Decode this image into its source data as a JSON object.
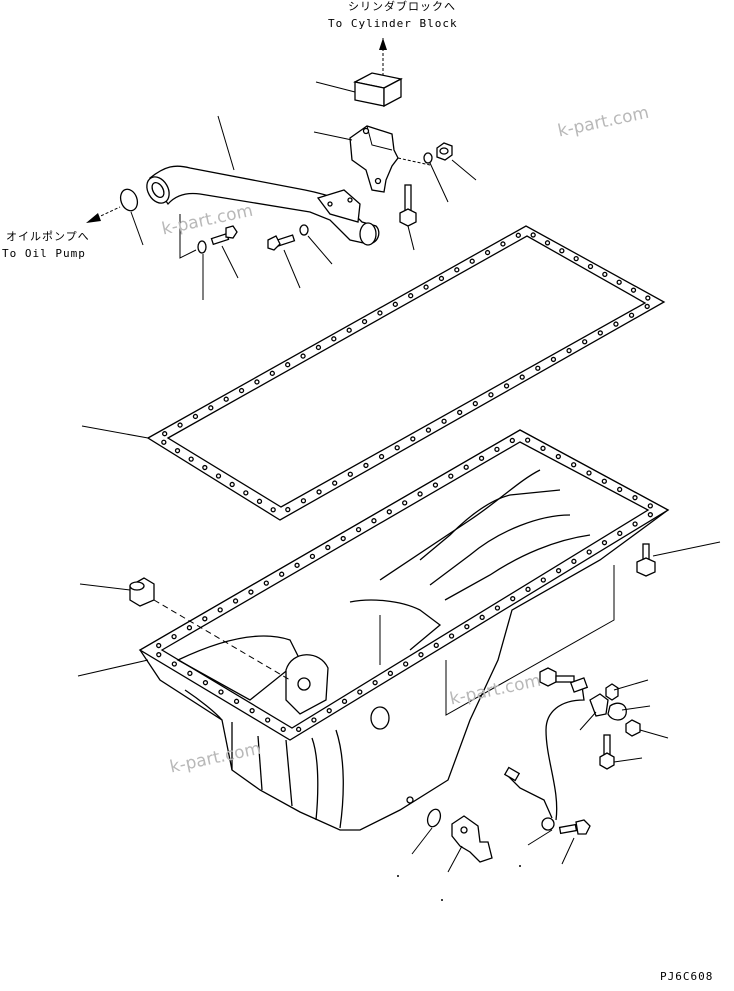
{
  "labels": {
    "to_cylinder_block_jp": "シリンダブロックへ",
    "to_cylinder_block_en": "To Cylinder Block",
    "to_oil_pump_jp": "オイルポンプへ",
    "to_oil_pump_en": "To Oil Pump"
  },
  "watermark": "k-part.com",
  "figure_code": "PJ6C608"
}
